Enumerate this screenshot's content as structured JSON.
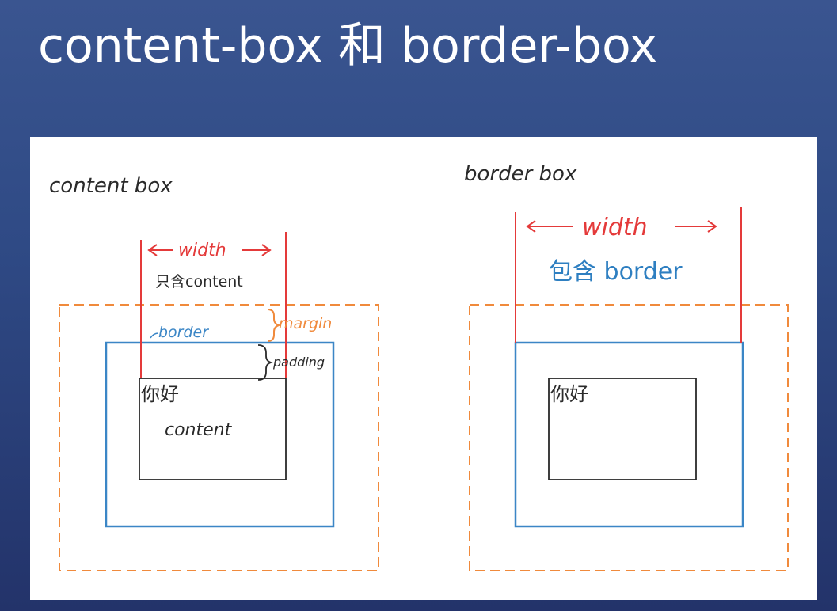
{
  "title": "content-box 和 border-box",
  "colors": {
    "border_blue": "#3b86c6",
    "margin_orange": "#f08a3c",
    "width_red": "#e43a3a",
    "content_black": "#2a2a2a",
    "label_blue": "#2e7fc1"
  },
  "left_diagram": {
    "heading": "content box",
    "width_label": "width",
    "width_note": "只含content",
    "margin_label": "margin",
    "border_label": "border",
    "padding_label": "padding",
    "content_text": "你好",
    "content_label": "content"
  },
  "right_diagram": {
    "heading": "border box",
    "width_label": "width",
    "width_note": "包含 border",
    "content_text": "你好"
  }
}
